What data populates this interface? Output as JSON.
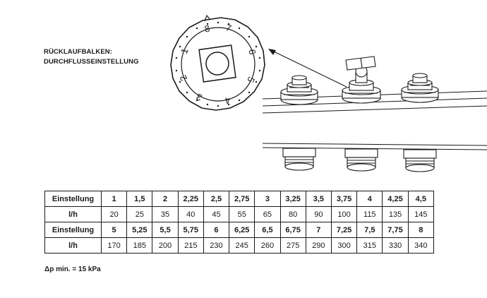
{
  "caption": {
    "line1": "RÜCKLAUFBALKEN:",
    "line2": "DURCHFLUSSEINSTELLUNG"
  },
  "dial": {
    "numerals": [
      "8",
      "7",
      "6",
      "5",
      "4",
      "3",
      "2",
      "1"
    ]
  },
  "table": {
    "rows": [
      {
        "kind": "setting",
        "cells": [
          "Einstellung",
          "1",
          "1,5",
          "2",
          "2,25",
          "2,5",
          "2,75",
          "3",
          "3,25",
          "3,5",
          "3,75",
          "4",
          "4,25",
          "4,5"
        ]
      },
      {
        "kind": "flow",
        "cells": [
          "l/h",
          "20",
          "25",
          "35",
          "40",
          "45",
          "55",
          "65",
          "80",
          "90",
          "100",
          "115",
          "135",
          "145"
        ]
      },
      {
        "kind": "setting",
        "cells": [
          "Einstellung",
          "5",
          "5,25",
          "5,5",
          "5,75",
          "6",
          "6,25",
          "6,5",
          "6,75",
          "7",
          "7,25",
          "7,5",
          "7,75",
          "8"
        ]
      },
      {
        "kind": "flow",
        "cells": [
          "l/h",
          "170",
          "185",
          "200",
          "215",
          "230",
          "245",
          "260",
          "275",
          "290",
          "300",
          "315",
          "330",
          "340"
        ]
      }
    ]
  },
  "footnote": "Δp min. = 15 kPa"
}
